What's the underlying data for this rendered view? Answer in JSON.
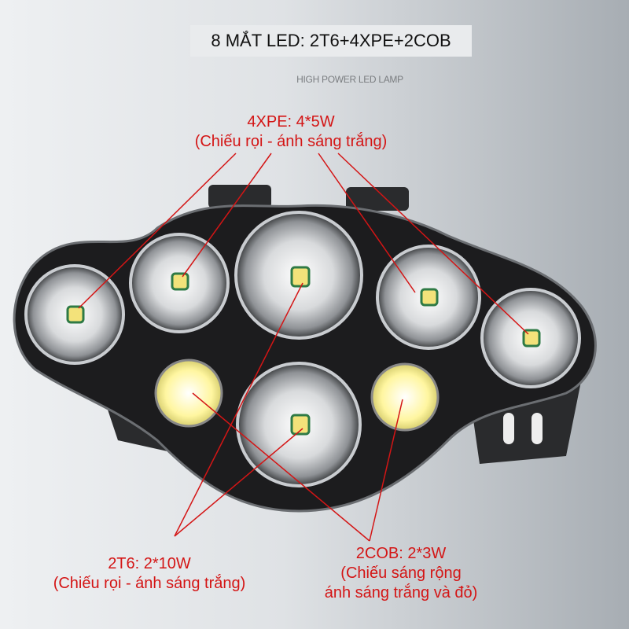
{
  "header": {
    "title": "8 MẮT LED: 2T6+4XPE+2COB",
    "subtitle": "HIGH POWER LED LAMP"
  },
  "labels": {
    "xpe": {
      "title": "4XPE: 4*5W",
      "desc": "(Chiếu rọi - ánh sáng trắng)"
    },
    "t6": {
      "title": "2T6: 2*10W",
      "desc": "(Chiếu rọi - ánh sáng trắng)"
    },
    "cob": {
      "title": "2COB: 2*3W",
      "desc1": "(Chiếu sáng rộng",
      "desc2": "ánh sáng trắng và đỏ)"
    }
  },
  "colors": {
    "annotation": "#d41515",
    "body": "#1c1c1e",
    "cob": "#fff7a8"
  }
}
